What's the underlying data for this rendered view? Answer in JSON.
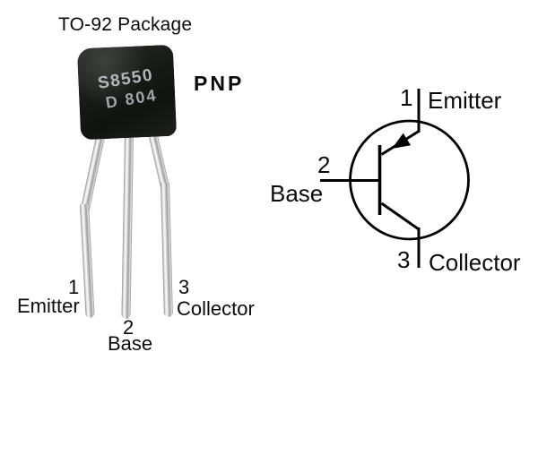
{
  "package_view": {
    "title": "TO-92 Package",
    "transistor_type": "PNP",
    "body_markings": {
      "line1": "S8550",
      "line2": "D 804"
    },
    "pins": [
      {
        "number": "1",
        "name": "Emitter"
      },
      {
        "number": "2",
        "name": "Base"
      },
      {
        "number": "3",
        "name": "Collector"
      }
    ]
  },
  "schematic_view": {
    "symbol": "pnp-transistor",
    "pins": [
      {
        "number": "1",
        "name": "Emitter"
      },
      {
        "number": "2",
        "name": "Base"
      },
      {
        "number": "3",
        "name": "Collector"
      }
    ]
  },
  "colors": {
    "background": "#ffffff",
    "text": "#0b0b0b",
    "schematic_line": "#000000",
    "package_body": "#161816",
    "body_marking": "#b4b6ba",
    "lead_light": "#f9f9f9",
    "lead_dark": "#8c8c8c"
  }
}
